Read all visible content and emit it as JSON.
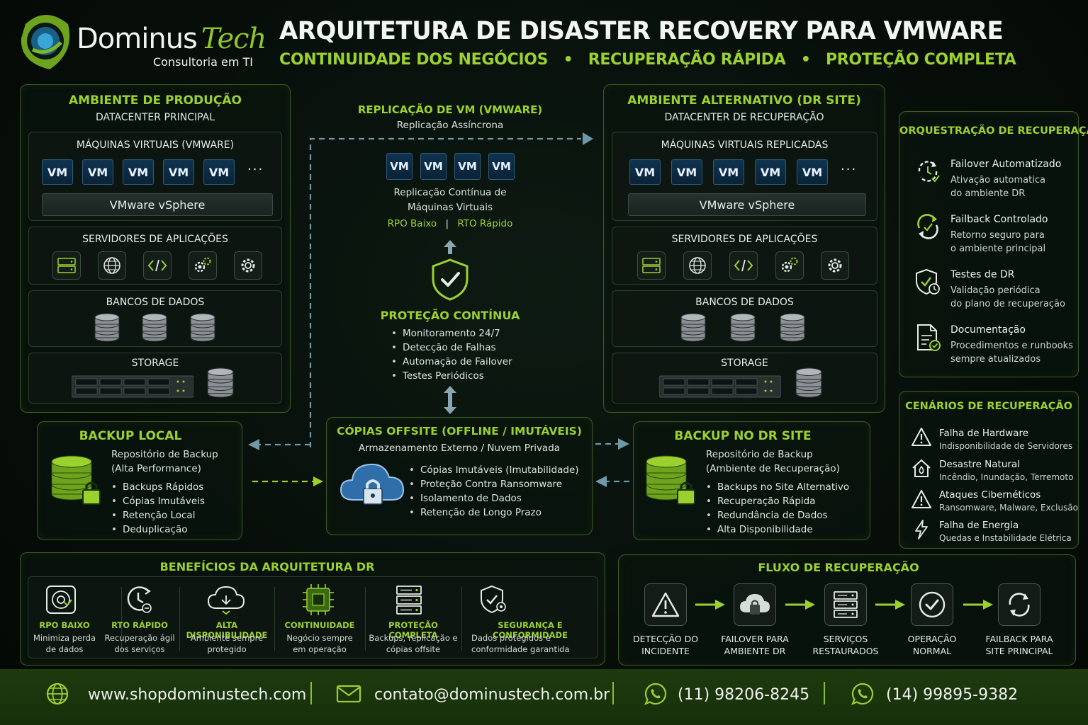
{
  "brand": {
    "name_a": "Dominus",
    "name_b": "Tech",
    "tagline": "Consultoria em TI"
  },
  "header": {
    "title": "ARQUITETURA DE DISASTER RECOVERY PARA VMWARE",
    "sub1": "CONTINUIDADE DOS NEGÓCIOS",
    "sub2": "RECUPERAÇÃO RÁPIDA",
    "sub3": "PROTEÇÃO COMPLETA",
    "bullet": "•"
  },
  "production": {
    "title": "AMBIENTE DE PRODUÇÃO",
    "subtitle": "DATACENTER PRINCIPAL",
    "vms_label": "MÁQUINAS VIRTUAIS (VMWARE)",
    "vm": "VM",
    "more": "···",
    "vsphere": "VMware vSphere",
    "apps_label": "SERVIDORES DE APLICAÇÕES",
    "db_label": "BANCOS DE DADOS",
    "storage_label": "STORAGE"
  },
  "dr": {
    "title": "AMBIENTE ALTERNATIVO (DR SITE)",
    "subtitle": "DATACENTER DE RECUPERAÇÃO",
    "vms_label": "MÁQUINAS VIRTUAIS REPLICADAS",
    "vm": "VM",
    "more": "···",
    "vsphere": "VMware vSphere",
    "apps_label": "SERVIDORES DE APLICAÇÕES",
    "db_label": "BANCOS DE DADOS",
    "storage_label": "STORAGE"
  },
  "replication": {
    "title": "REPLICAÇÃO DE VM (VMWARE)",
    "subtitle": "Replicação Assíncrona",
    "vm": "VM",
    "desc1": "Replicação Contínua de",
    "desc2": "Máquinas Virtuais",
    "rpo": "RPO Baixo",
    "divider": "|",
    "rto": "RTO Rápido"
  },
  "protection": {
    "title": "PROTEÇÃO CONTÍNUA",
    "items": [
      "Monitoramento 24/7",
      "Detecção de Falhas",
      "Automação de Failover",
      "Testes Periódicos"
    ]
  },
  "backup_local": {
    "title": "BACKUP LOCAL",
    "desc1": "Repositório de Backup",
    "desc2": "(Alta Performance)",
    "items": [
      "Backups Rápidos",
      "Cópias Imutáveis",
      "Retenção Local",
      "Deduplicação"
    ]
  },
  "offsite": {
    "title": "CÓPIAS OFFSITE (OFFLINE / IMUTÁVEIS)",
    "subtitle": "Armazenamento Externo / Nuvem Privada",
    "items": [
      "Cópias Imutáveis (Imutabilidade)",
      "Proteção Contra Ransomware",
      "Isolamento de Dados",
      "Retenção de Longo Prazo"
    ]
  },
  "backup_dr": {
    "title": "BACKUP NO DR SITE",
    "desc1": "Repositório de Backup",
    "desc2": "(Ambiente de Recuperação)",
    "items": [
      "Backups no Site Alternativo",
      "Recuperação Rápida",
      "Redundância de Dados",
      "Alta Disponibilidade"
    ]
  },
  "orchestration": {
    "title": "ORQUESTRAÇÃO DE RECUPERAÇÃO",
    "items": [
      {
        "title": "Failover Automatizado",
        "d1": "Ativação automatica",
        "d2": "do ambiente DR",
        "icon": "failover-icon"
      },
      {
        "title": "Failback Controlado",
        "d1": "Retorno seguro para",
        "d2": "o ambiente principal",
        "icon": "failback-icon"
      },
      {
        "title": "Testes de DR",
        "d1": "Validação periódica",
        "d2": "do plano de recuperação",
        "icon": "shield-clock-icon"
      },
      {
        "title": "Documentação",
        "d1": "Procedimentos e runbooks",
        "d2": "sempre atualizados",
        "icon": "document-icon"
      }
    ]
  },
  "scenarios": {
    "title": "CENÁRIOS DE RECUPERAÇÃO",
    "items": [
      {
        "title": "Falha de Hardware",
        "desc": "Indisponibilidade de Servidores",
        "icon": "warning-icon"
      },
      {
        "title": "Desastre Natural",
        "desc": "Incêndio, Inundação, Terremoto",
        "icon": "house-icon"
      },
      {
        "title": "Ataques Cibernéticos",
        "desc": "Ransomware, Malware, Exclusão",
        "icon": "warning-icon"
      },
      {
        "title": "Falha de Energia",
        "desc": "Quedas e Instabilidade Elétrica",
        "icon": "lightning-icon"
      }
    ]
  },
  "benefits": {
    "title": "BENEFÍCIOS DA ARQUITETURA DR",
    "items": [
      {
        "title": "RPO BAIXO",
        "d1": "Minimiza perda",
        "d2": "de dados",
        "icon": "rpo-icon"
      },
      {
        "title": "RTO RÁPIDO",
        "d1": "Recuperação ágil",
        "d2": "dos serviços",
        "icon": "clock-icon"
      },
      {
        "title": "ALTA DISPONIBILIDADE",
        "d1": "Ambiente sempre",
        "d2": "protegido",
        "icon": "cloud-icon"
      },
      {
        "title": "CONTINUIDADE",
        "d1": "Negócio sempre",
        "d2": "em operação",
        "icon": "chip-icon"
      },
      {
        "title": "PROTEÇÃO COMPLETA",
        "d1": "Backups, replicação e",
        "d2": "cópias offsite",
        "icon": "server-icon"
      },
      {
        "title": "SEGURANÇA E CONFORMIDADE",
        "d1": "Dados protegidos e",
        "d2": "conformidade garantida",
        "icon": "shield-icon"
      }
    ]
  },
  "flow": {
    "title": "FLUXO DE RECUPERAÇÃO",
    "steps": [
      {
        "l1": "DETECÇÃO DO",
        "l2": "INCIDENTE",
        "icon": "warning-icon"
      },
      {
        "l1": "FAILOVER PARA",
        "l2": "AMBIENTE DR",
        "icon": "cloud-lock-icon"
      },
      {
        "l1": "SERVIÇOS",
        "l2": "RESTAURADOS",
        "icon": "server-icon"
      },
      {
        "l1": "OPERAÇÃO",
        "l2": "NORMAL",
        "icon": "check-icon"
      },
      {
        "l1": "FAILBACK PARA",
        "l2": "SITE PRINCIPAL",
        "icon": "sync-icon"
      }
    ]
  },
  "footer": {
    "site": "www.shopdominustech.com",
    "email": "contato@dominustech.com.br",
    "phone1": "(11) 98206-8245",
    "phone2": "(14) 99895-9382"
  },
  "colors": {
    "accent": "#9bd12f",
    "vm_blue": "#0f3350",
    "footer_bg": "#1f3a0f"
  }
}
